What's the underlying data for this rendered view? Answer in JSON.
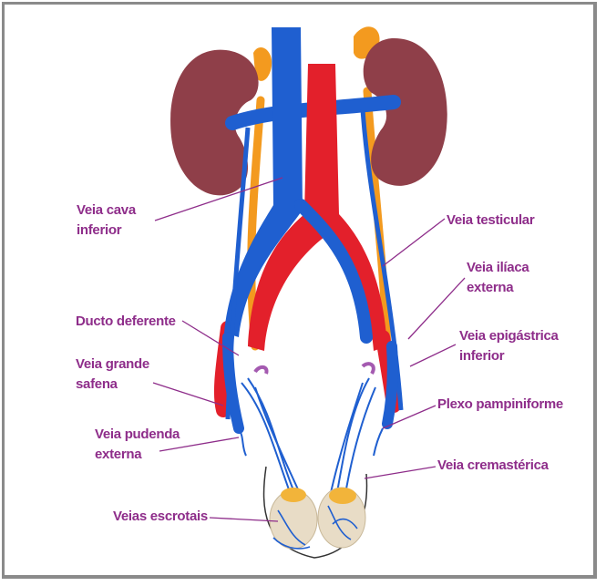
{
  "colors": {
    "kidney": "#8f3f49",
    "vein": "#1f5fd0",
    "artery": "#e3202b",
    "duct": "#f39a1f",
    "label": "#8e2d8a",
    "leader": "#8e2d8a",
    "frame": "#8a8a8a",
    "testis": "#e8dcc6"
  },
  "labels": {
    "veia_cava_inferior": [
      "Veia cava",
      "inferior"
    ],
    "veia_testicular": [
      "Veia testicular"
    ],
    "veia_iliaca_externa": [
      "Veia ilíaca",
      "externa"
    ],
    "ducto_deferente": [
      "Ducto deferente"
    ],
    "veia_epigastrica_inferior": [
      "Veia epigástrica",
      "inferior"
    ],
    "veia_grande_safena": [
      "Veia grande",
      "safena"
    ],
    "plexo_pampiniforme": [
      "Plexo pampiniforme"
    ],
    "veia_pudenda_externa": [
      "Veia pudenda",
      "externa"
    ],
    "veia_cremasterica": [
      "Veia cremastérica"
    ],
    "veias_escrotais": [
      "Veias escrotais"
    ]
  }
}
